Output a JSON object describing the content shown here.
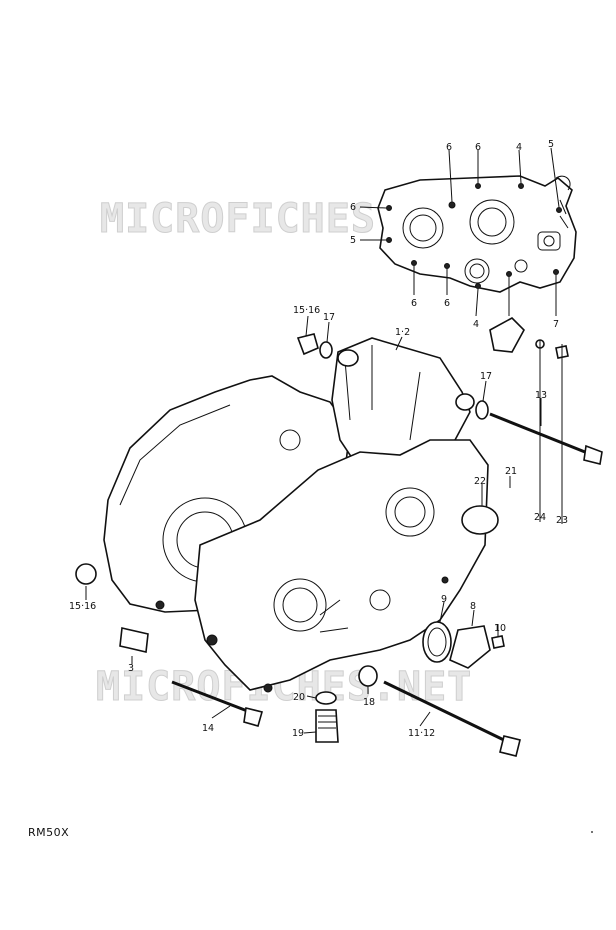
{
  "watermarks": [
    "MICROFICHES.NET",
    "MICROFICHES.NET"
  ],
  "model_code": "RM50X",
  "callouts": {
    "inset_6a": "6",
    "inset_6b": "6",
    "inset_4a": "4",
    "inset_5a": "5",
    "inset_6c": "6",
    "inset_5b": "5",
    "inset_6d": "6",
    "inset_6e": "6",
    "inset_4b": "4",
    "inset_4c": "4",
    "inset_7": "7",
    "p15_16_top": "15·16",
    "p17_top": "17",
    "p1_2": "1·2",
    "p17_right": "17",
    "p13": "13",
    "p22": "22",
    "p21": "21",
    "p24": "24",
    "p23": "23",
    "p15_16_left": "15·16",
    "p3": "3",
    "p9": "9",
    "p8": "8",
    "p10": "10",
    "p14": "14",
    "p20": "20",
    "p19": "19",
    "p18": "18",
    "p11_12": "11·12"
  }
}
